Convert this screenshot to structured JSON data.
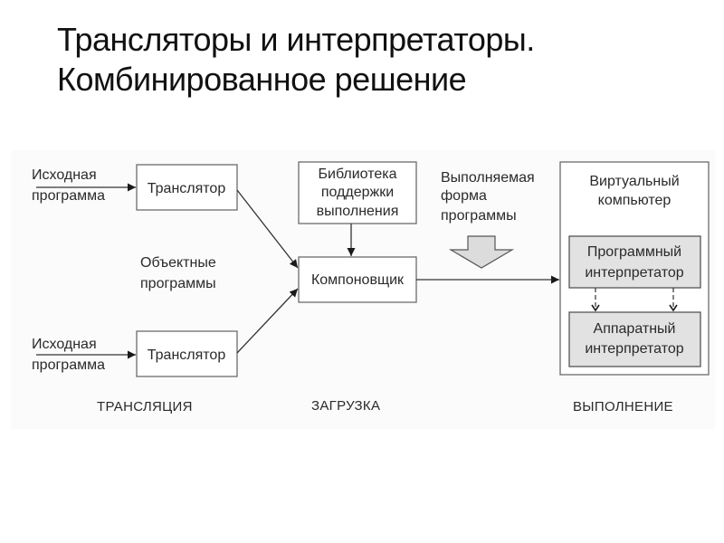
{
  "title": {
    "line1": "Трансляторы и интерпретаторы.",
    "line2": "Комбинированное решение"
  },
  "diagram": {
    "inputs": [
      {
        "line1": "Исходная",
        "line2": "программа"
      },
      {
        "line1": "Исходная",
        "line2": "программа"
      }
    ],
    "translator_top": "Транслятор",
    "translator_bottom": "Транслятор",
    "object_programs": {
      "line1": "Объектные",
      "line2": "программы"
    },
    "library": {
      "line1": "Библиотека",
      "line2": "поддержки",
      "line3": "выполнения"
    },
    "linker": "Компоновщик",
    "executable_form": {
      "line1": "Выполняемая",
      "line2": "форма",
      "line3": "программы"
    },
    "virtual_computer": {
      "line1": "Виртуальный",
      "line2": "компьютер"
    },
    "software_interpreter": {
      "line1": "Программный",
      "line2": "интерпретатор"
    },
    "hardware_interpreter": {
      "line1": "Аппаратный",
      "line2": "интерпретатор"
    },
    "sections": {
      "translation": "ТРАНСЛЯЦИЯ",
      "loading": "ЗАГРУЗКА",
      "execution": "ВЫПОЛНЕНИЕ"
    },
    "colors": {
      "box_stroke": "#6b6b6b",
      "interpreter_fill": "#e2e2e2",
      "arrow_fill": "#dcdcdc",
      "line": "#333333"
    }
  }
}
